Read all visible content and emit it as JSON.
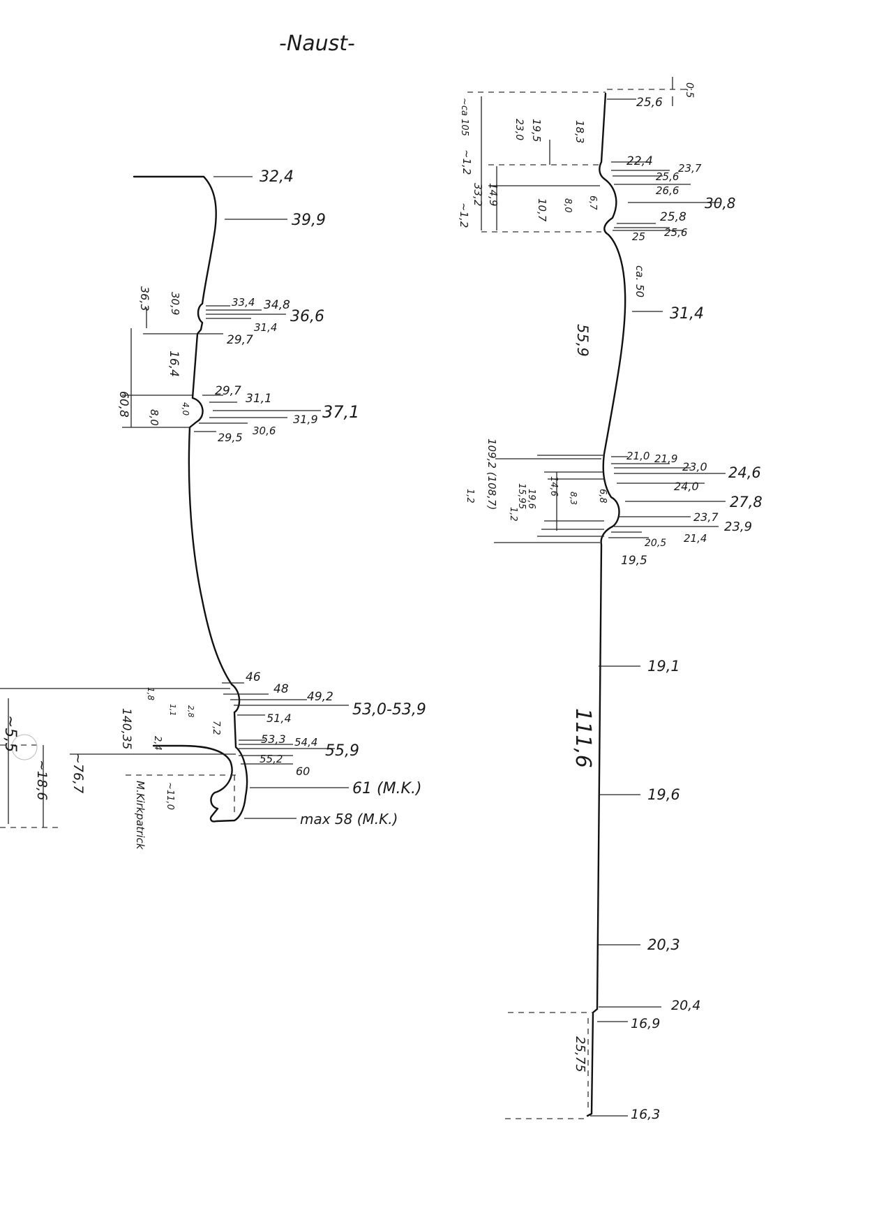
{
  "title": "-Naust-",
  "colors": {
    "ink": "#1a1a1a",
    "paper": "#ffffff"
  },
  "left_profile": {
    "right_labels": [
      "32,4",
      "39,9",
      "33,4",
      "34,8",
      "36,6",
      "31,4",
      "29,7",
      "29,7",
      "31,1",
      "37,1",
      "31,9",
      "30,6",
      "29,5",
      "46",
      "48",
      "49,2",
      "53,0-53,9",
      "51,4",
      "53,3",
      "54,4",
      "55,9",
      "55,2",
      "60",
      "61 (M.K.)",
      "max 58 (M.K.)"
    ],
    "vertical_labels": [
      "30,9",
      "36,3",
      "16,4",
      "60,8",
      "8,0",
      "4,0",
      "1,8",
      "1,1",
      "2,8",
      "7,2",
      "140,35",
      "2,4",
      "~76,7",
      "~18,6",
      "~5,5",
      "~11,0",
      "M.Kirkpatrick"
    ]
  },
  "right_profile": {
    "right_labels": [
      "0,5",
      "25,6",
      "22,4",
      "23,7",
      "25,6",
      "26,6",
      "30,8",
      "25,8",
      "25",
      "25,6",
      "ca. 50",
      "31,4",
      "21,0",
      "21,9",
      "23,0",
      "24,6",
      "24,0",
      "27,8",
      "23,7",
      "23,9",
      "20,5",
      "21,4",
      "19,5",
      "19,1",
      "19,6",
      "20,3",
      "20,4",
      "16,9",
      "16,3"
    ],
    "vertical_labels": [
      "~ca 105",
      "23,0",
      "19,5",
      "18,3",
      "~1,2",
      "14,9",
      "33,2",
      "~1,2",
      "10,7",
      "8,0",
      "6,7",
      "55,9",
      "1,2",
      "109,2 (108,7)",
      "1,2",
      "15,95",
      "19,6",
      "14,6",
      "8,3",
      "6,8",
      "111,6",
      "25,75"
    ]
  }
}
